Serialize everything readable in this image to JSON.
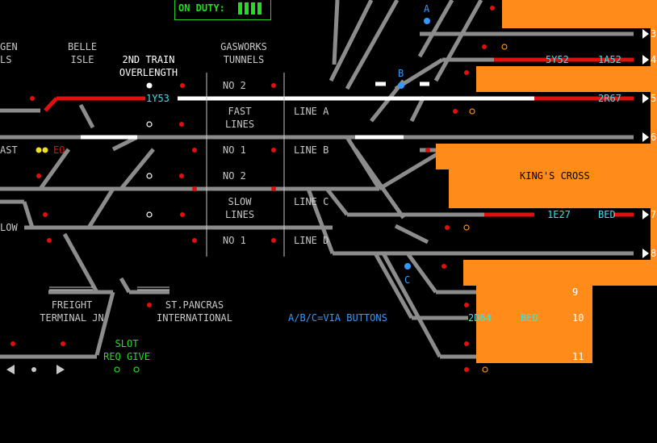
{
  "duty": {
    "label": "ON DUTY:"
  },
  "labels": {
    "gen": "GEN",
    "ls": "LS",
    "belle_isle": "BELLE\nISLE",
    "second_train": "2ND TRAIN\nOVERLENGTH",
    "gasworks": "GASWORKS\nTUNNELS",
    "no2_a": "NO 2",
    "fast_lines": "FAST\nLINES",
    "line_a": "LINE A",
    "no1_a": "NO 1",
    "line_b": "LINE B",
    "no2_b": "NO 2",
    "slow_lines": "SLOW\nLINES",
    "line_c": "LINE C",
    "no1_b": "NO 1",
    "line_d": "LINE D",
    "ast": "AST",
    "low": "LOW",
    "eo": "EO",
    "freight": "FREIGHT\nTERMINAL JN",
    "st_pancras": "ST.PANCRAS\nINTERNATIONAL",
    "slot": "SLOT\nREQ GIVE",
    "kings_cross": "KING'S CROSS",
    "via": "A/B/C=VIA BUTTONS",
    "btn_a": "A",
    "btn_b": "B",
    "btn_c": "C"
  },
  "train_ids": {
    "t1y53": "1Y53",
    "t5y52": "5Y52",
    "t1a52": "1A52",
    "t2r67": "2R67",
    "t1e27": "1E27",
    "tbed7": "BED",
    "t2d64": "2D64",
    "tbed10": "BED"
  },
  "platforms": [
    "3",
    "4",
    "5",
    "6",
    "7",
    "8",
    "9",
    "10",
    "11"
  ],
  "colors": {
    "track": "#8c8c8c",
    "route_set": "#ffffff",
    "occupied": "#e01010",
    "platform": "#ff8c1a",
    "describer": "#33e6e6",
    "via": "#3399ff",
    "duty": "#22dd22"
  }
}
